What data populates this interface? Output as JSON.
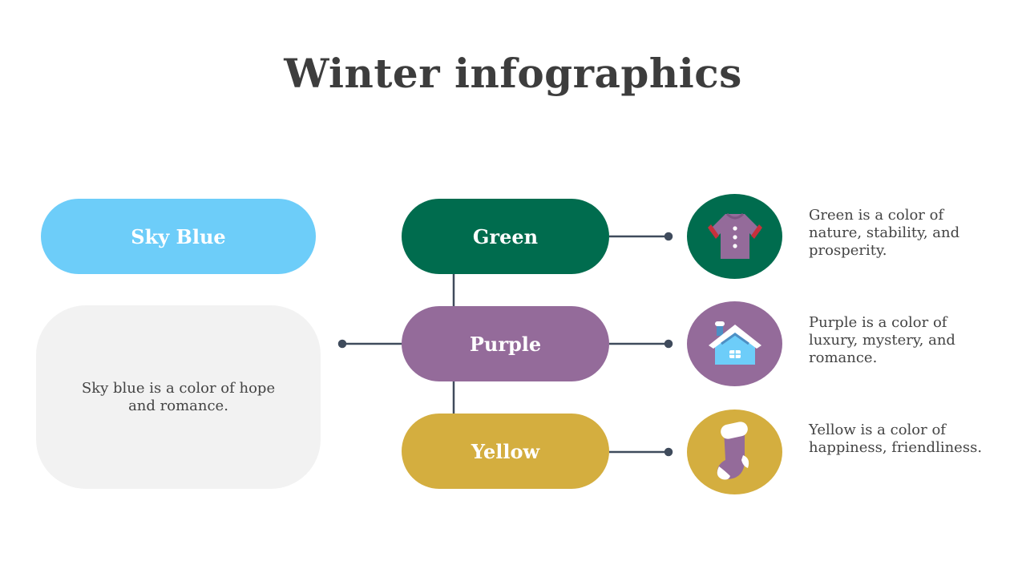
{
  "title": "Winter infographics",
  "colors": {
    "sky_blue": "#6dcdf9",
    "green": "#006c4e",
    "purple": "#946b9a",
    "yellow": "#d4ae3f",
    "connector": "#3f4b5c"
  },
  "left": {
    "pill_label": "Sky Blue",
    "note": "Sky blue is a color of hope and romance."
  },
  "items": [
    {
      "label": "Green",
      "description": "Green is a color of nature, stability, and prosperity.",
      "icon": "sweater-icon"
    },
    {
      "label": "Purple",
      "description": "Purple is a color of luxury, mystery, and romance.",
      "icon": "snowy-house-icon"
    },
    {
      "label": "Yellow",
      "description": "Yellow is a color of happiness, friendliness.",
      "icon": "stocking-icon"
    }
  ]
}
